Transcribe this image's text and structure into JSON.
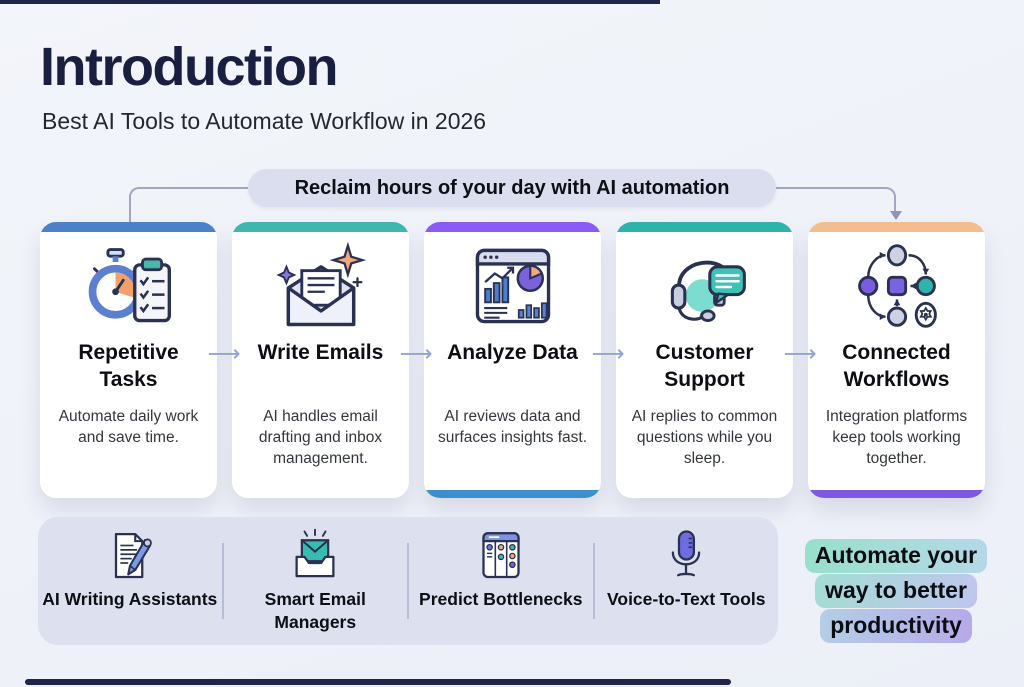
{
  "header": {
    "title": "Introduction",
    "subtitle": "Best AI Tools to Automate Workflow in 2026"
  },
  "banner": {
    "label": "Reclaim hours of your day with AI automation"
  },
  "flow": {
    "arrow_glyph": "⟶"
  },
  "cards": [
    {
      "title": "Repetitive Tasks",
      "description": "Automate daily work and save time.",
      "icon": "stopwatch-checklist-icon",
      "top_color": "#4a81c8",
      "bottom_color": ""
    },
    {
      "title": "Write Emails",
      "description": "AI handles email drafting and inbox management.",
      "icon": "envelope-sparkle-icon",
      "top_color": "#3eb8ae",
      "bottom_color": ""
    },
    {
      "title": "Analyze Data",
      "description": "AI reviews data and surfaces insights fast.",
      "icon": "analytics-window-icon",
      "top_color": "#8a5cf5",
      "bottom_color": "#3e8fcc"
    },
    {
      "title": "Customer Support",
      "description": "AI replies to common questions while you sleep.",
      "icon": "headset-chat-icon",
      "top_color": "#2eb3aa",
      "bottom_color": ""
    },
    {
      "title": "Connected Workflows",
      "description": "Integration platforms keep tools working together.",
      "icon": "workflow-nodes-icon",
      "top_color": "#f3bd90",
      "bottom_color": "#7d59e0"
    }
  ],
  "tools": [
    {
      "label": "AI Writing Assistants",
      "icon": "document-pencil-icon"
    },
    {
      "label": "Smart Email Managers",
      "icon": "inbox-envelope-icon"
    },
    {
      "label": "Predict Bottlenecks",
      "icon": "kanban-board-icon"
    },
    {
      "label": "Voice-to-Text Tools",
      "icon": "microphone-icon"
    }
  ],
  "highlight": {
    "lines": [
      "Automate your",
      "way to better",
      "productivity"
    ]
  },
  "colors": {
    "background": "#eef1f7",
    "navy_strip": "#20264a",
    "banner_bg": "#dbdeee",
    "panel_bg": "#dce0ef",
    "connector": "#a2a6c2",
    "card_top_colors": [
      "#4a81c8",
      "#3eb8ae",
      "#8a5cf5",
      "#2eb3aa",
      "#f3bd90"
    ],
    "card_bottom_colors": [
      "",
      "",
      "#3e8fcc",
      "",
      "#7d59e0"
    ],
    "highlight_gradient_start": "#97e0ca",
    "highlight_gradient_end": "#b6a9e9"
  }
}
